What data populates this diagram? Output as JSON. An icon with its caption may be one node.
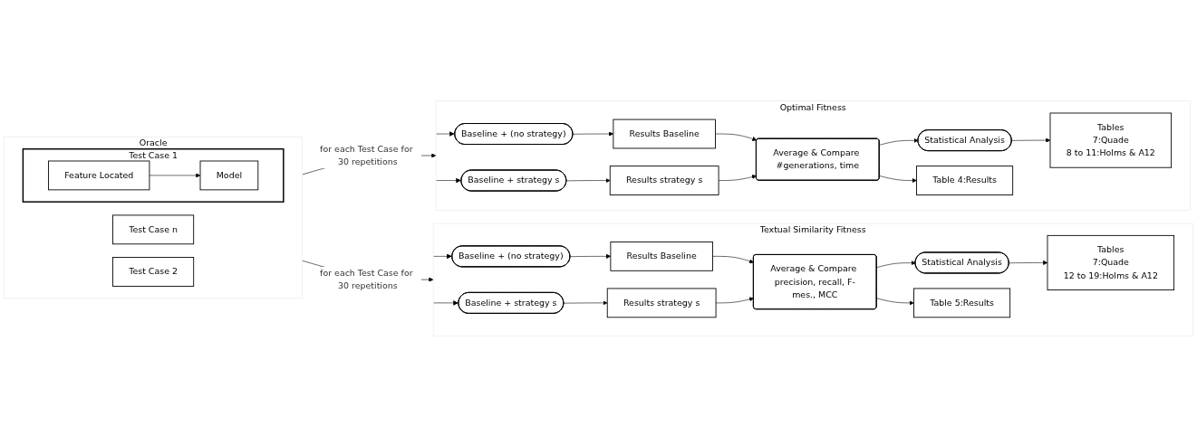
{
  "diagram": {
    "nodes": [
      {
        "text": [
          "Oracle"
        ]
      },
      {
        "text": [
          "Test Case n"
        ],
        "in": 0
      },
      {
        "text": [
          "Test Case 2"
        ],
        "in": 0
      },
      {
        "text": [
          "Test Case 1"
        ],
        "in": 0
      },
      {
        "text": [
          "Model"
        ],
        "in": 3
      },
      {
        "text": [
          "Feature Located"
        ],
        "in": 3
      },
      {
        "text": [
          "Optimal Fitness"
        ]
      },
      {
        "text": [
          "Baseline + (no strategy)"
        ],
        "in": 6
      },
      {
        "text": [
          "Baseline + strategy s"
        ],
        "in": 6
      },
      {
        "text": [
          "Results Baseline"
        ],
        "in": 6
      },
      {
        "text": [
          "Results strategy s"
        ],
        "in": 6
      },
      {
        "text": [
          "Average & Compare #generations, time"
        ],
        "in": 6
      },
      {
        "text": [
          "Statistical Analysis"
        ],
        "in": 6
      },
      {
        "text": [
          "Table 4:Results"
        ],
        "in": 6
      },
      {
        "text": [
          "Tables",
          "7:Quade",
          "8 to 11:Holms & A12"
        ],
        "in": 6
      },
      {
        "text": [
          "Textual Similarity Fitness"
        ]
      },
      {
        "text": [
          "Baseline + (no strategy)"
        ],
        "in": 15
      },
      {
        "text": [
          "Baseline + strategy s"
        ],
        "in": 15
      },
      {
        "text": [
          "Results Baseline"
        ],
        "in": 15
      },
      {
        "text": [
          "Results strategy s"
        ],
        "in": 15
      },
      {
        "text": [
          "Average & Compare precision, recall, F-mes., MCC"
        ],
        "in": 15
      },
      {
        "text": [
          "Statistical Analysis"
        ],
        "in": 15
      },
      {
        "text": [
          "Table 5:Results"
        ],
        "in": 15
      },
      {
        "text": [
          "Tables",
          "7:Quade",
          "12 to 19:Holms & A12"
        ],
        "in": 15
      }
    ],
    "edges": [
      {
        "from": 5,
        "to": 4,
        "arrow": "to"
      },
      {
        "from": 0,
        "to": 6,
        "arrow": "to",
        "label": "for each Test Case for 30 repetitions"
      },
      {
        "from": 6,
        "to": 7,
        "arrow": "to"
      },
      {
        "from": 6,
        "to": 8,
        "arrow": "to"
      },
      {
        "from": 7,
        "to": 9,
        "arrow": "to"
      },
      {
        "from": 8,
        "to": 10,
        "arrow": "to"
      },
      {
        "from": 9,
        "to": 11,
        "arrow": "to"
      },
      {
        "from": 10,
        "to": 11,
        "arrow": "to"
      },
      {
        "from": 11,
        "to": 12,
        "arrow": "to"
      },
      {
        "from": 11,
        "to": 13,
        "arrow": "to"
      },
      {
        "from": 12,
        "to": 14,
        "arrow": "to"
      },
      {
        "from": 0,
        "to": 15,
        "arrow": "to",
        "label": "for each Test Case for 30 repetitions"
      },
      {
        "from": 15,
        "to": 16,
        "arrow": "to"
      },
      {
        "from": 15,
        "to": 17,
        "arrow": "to"
      },
      {
        "from": 16,
        "to": 18,
        "arrow": "to"
      },
      {
        "from": 17,
        "to": 19,
        "arrow": "to"
      },
      {
        "from": 18,
        "to": 20,
        "arrow": "to"
      },
      {
        "from": 19,
        "to": 20,
        "arrow": "to"
      },
      {
        "from": 20,
        "to": 21,
        "arrow": "to"
      },
      {
        "from": 20,
        "to": 22,
        "arrow": "to"
      },
      {
        "from": 21,
        "to": 23,
        "arrow": "to"
      }
    ]
  }
}
